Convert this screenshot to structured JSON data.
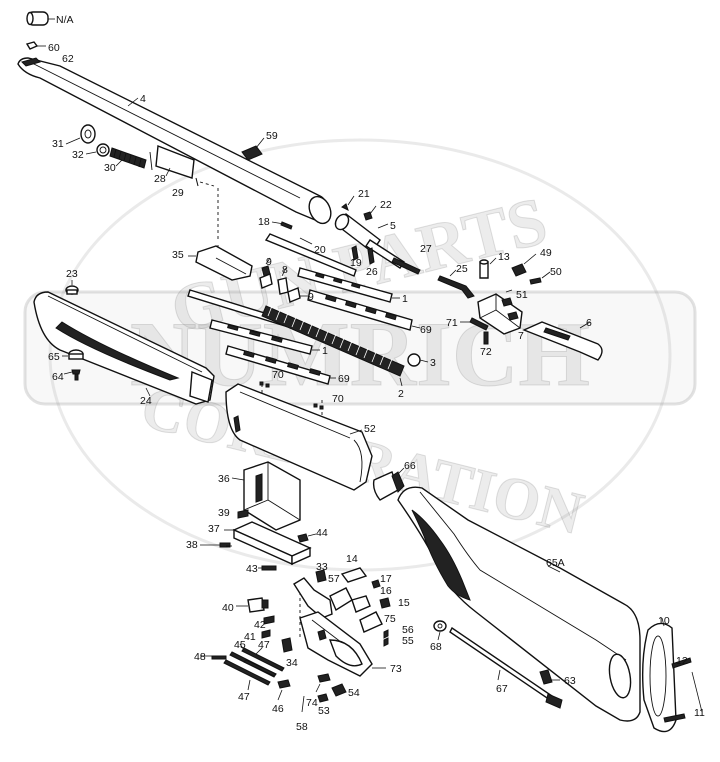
{
  "watermark": {
    "line1": "GUN PARTS",
    "line2": "NUMRICH",
    "line3": "CORPORATION"
  },
  "labels": {
    "na": "N/A",
    "p60": "60",
    "p62": "62",
    "p4": "4",
    "p59": "59",
    "p31": "31",
    "p32": "32",
    "p30": "30",
    "p28": "28",
    "p29": "29",
    "p21": "21",
    "p22": "22",
    "p5": "5",
    "p18": "18",
    "p20": "20",
    "p19": "19",
    "p26": "26",
    "p27": "27",
    "p13": "13",
    "p49": "49",
    "p50": "50",
    "p25": "25",
    "p35": "35",
    "p9a": "9",
    "p8": "8",
    "p9b": "9",
    "p1a": "1",
    "p51": "51",
    "p23": "23",
    "p69a": "69",
    "p71": "71",
    "p6": "6",
    "p72": "72",
    "p7": "7",
    "p1b": "1",
    "p3": "3",
    "p65": "65",
    "p64": "64",
    "p69b": "69",
    "p2": "2",
    "p70a": "70",
    "p24": "24",
    "p70b": "70",
    "p52": "52",
    "p66": "66",
    "p36": "36",
    "p39": "39",
    "p37": "37",
    "p44": "44",
    "p38": "38",
    "p65a": "65A",
    "p43": "43",
    "p14": "14",
    "p33": "33",
    "p57": "57",
    "p17": "17",
    "p16": "16",
    "p15": "15",
    "p40": "40",
    "p42": "42",
    "p75": "75",
    "p56": "56",
    "p55": "55",
    "p41": "41",
    "p68": "68",
    "p10": "10",
    "p45": "45",
    "p47a": "47",
    "p48": "48",
    "p34": "34",
    "p73": "73",
    "p12": "12",
    "p63": "63",
    "p67": "67",
    "p54": "54",
    "p47b": "47",
    "p46": "46",
    "p74": "74",
    "p53": "53",
    "p58": "58",
    "p11": "11"
  }
}
